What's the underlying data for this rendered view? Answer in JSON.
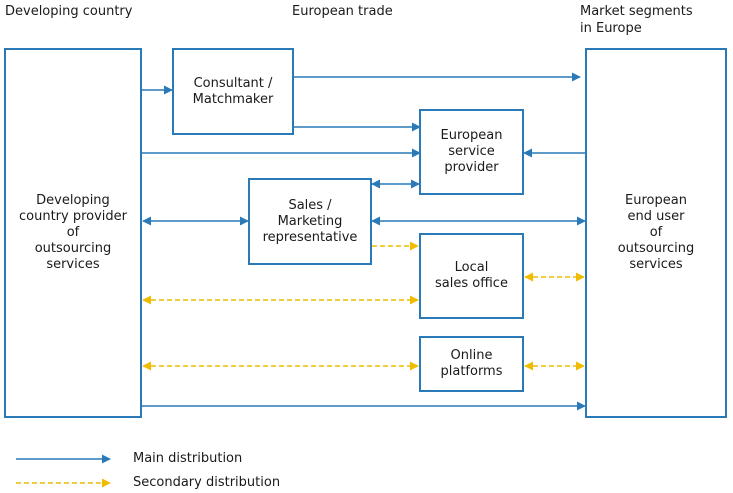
{
  "headers": {
    "left": "Developing country",
    "middle": "European trade",
    "right": "Market segments\nin Europe"
  },
  "boxes": {
    "provider": "Developing\ncountry provider\nof\noutsourcing\nservices",
    "consultant": "Consultant /\nMatchmaker",
    "european_service_provider": "European\nservice\nprovider",
    "sales_rep": "Sales /\nMarketing\nrepresentative",
    "local_sales_office": "Local\nsales office",
    "online_platforms": "Online\nplatforms",
    "end_user": "European\nend user\nof\noutsourcing\nservices"
  },
  "legend": {
    "main": "Main distribution",
    "secondary": "Secondary distribution"
  },
  "colors": {
    "main": "#2a7ab8",
    "secondary": "#f0bc00"
  }
}
